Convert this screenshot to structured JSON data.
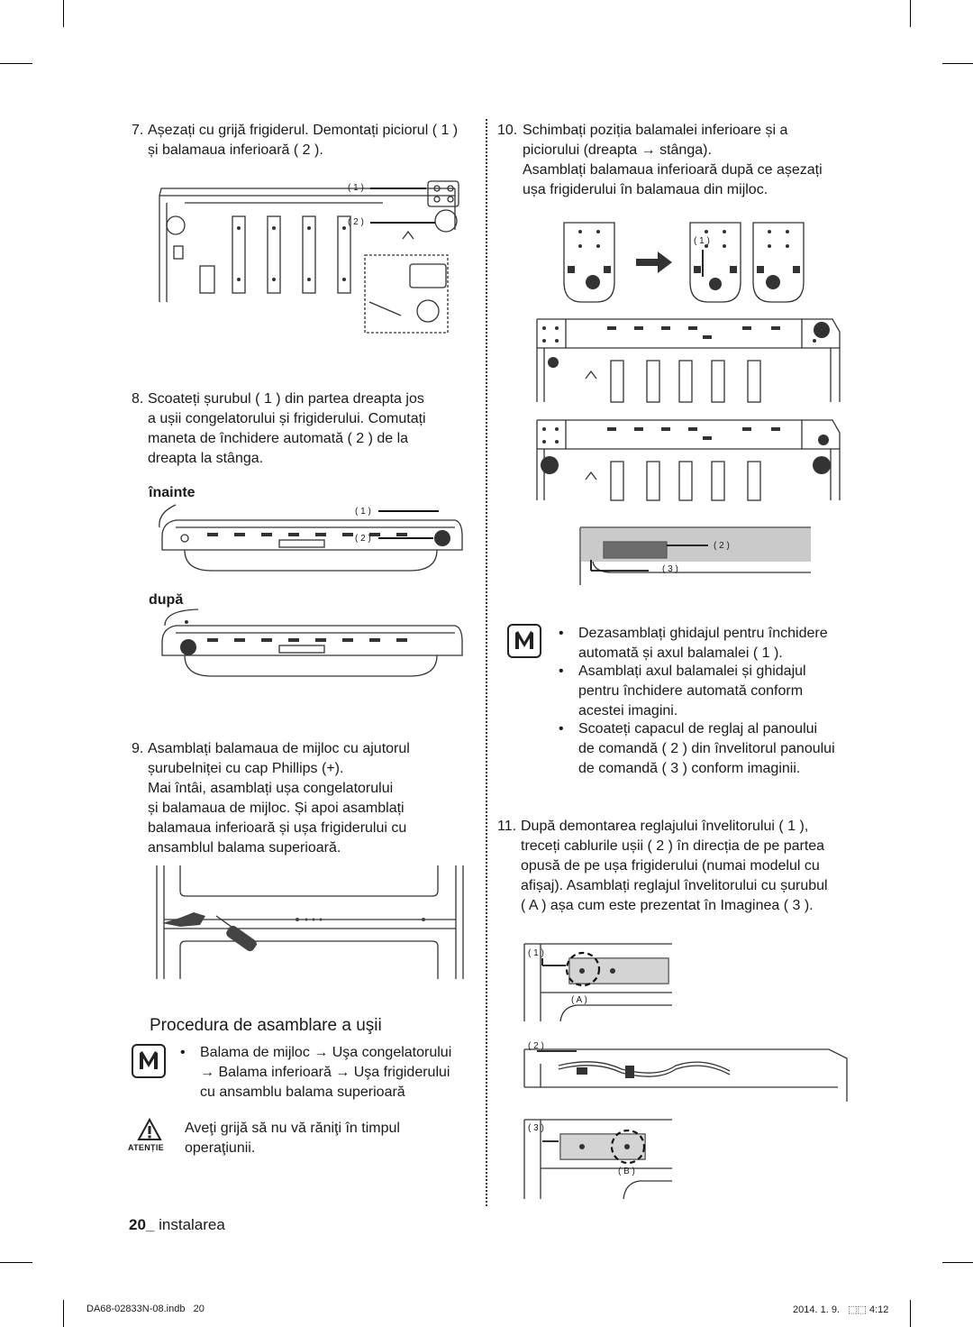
{
  "steps": {
    "s7": {
      "num": "7.",
      "l1": "Așezați cu grijă frigiderul. Demontați piciorul ( 1 )",
      "l2": "și balamaua inferioară ( 2 )."
    },
    "s8": {
      "num": "8.",
      "l1": "Scoateți șurubul ( 1 ) din partea dreapta jos",
      "l2": "a ușii congelatorului și frigiderului. Comutați",
      "l3": "maneta de închidere automată ( 2 ) de la",
      "l4": "dreapta la stânga."
    },
    "s9": {
      "num": "9.",
      "l1": "Asamblați balamaua de mijloc cu ajutorul",
      "l2": "șurubelniței cu cap Phillips (+).",
      "l3": "Mai întâi, asamblați ușa congelatorului",
      "l4": "și balamaua de mijloc. Și apoi asamblați",
      "l5": "balamaua inferioară și ușa frigiderului cu",
      "l6": "ansamblul balama superioară."
    },
    "s10": {
      "num": "10.",
      "l1": "Schimbați poziția balamalei inferioare și a",
      "l2": "piciorului (dreapta → stânga).",
      "l3": "Asamblați balamaua inferioară după ce așezați",
      "l4": "ușa frigiderului în balamaua din mijloc."
    },
    "s11": {
      "num": "11.",
      "l1": "După demontarea reglajului învelitorului ( 1 ),",
      "l2": "treceți cablurile ușii ( 2 ) în direcția de pe partea",
      "l3": "opusă de pe ușa frigiderului (numai modelul cu",
      "l4": "afișaj). Asamblați reglajul învelitorului cu șurubul",
      "l5": "( A ) așa cum este prezentat în Imaginea ( 3 )."
    }
  },
  "labels": {
    "inainte": "înainte",
    "dupa": "după",
    "c1": "( 1 )",
    "c2": "( 2 )",
    "c3": "( 3 )",
    "cA": "( A )",
    "cB": "( B )"
  },
  "notes10": {
    "b1l1": "Dezasamblați ghidajul pentru închidere",
    "b1l2": "automată și axul balamalei ( 1 ).",
    "b2l1": "Asamblați axul balamalei și ghidajul",
    "b2l2": "pentru închidere automată conform",
    "b2l3": "acestei imagini.",
    "b3l1": "Scoateți capacul de reglaj al panoului",
    "b3l2": "de comandă ( 2 ) din învelitorul panoului",
    "b3l3": "de comandă ( 3 ) conform imaginii."
  },
  "procedure": {
    "title": "Procedura de asamblare a uşii",
    "b1l1": "Balama de mijloc → Uşa congelatorului",
    "b1l2": "→ Balama inferioară → Uşa frigiderului",
    "b1l3": "cu ansamblu balama superioară",
    "caution_label": "ATENȚIE",
    "caution_l1": "Aveţi grijă să nu vă răniţi în timpul",
    "caution_l2": "operaţiunii."
  },
  "footer": {
    "page": "20_",
    "section": "instalarea",
    "file": "DA68-02833N-08.indb   20",
    "date": "2014. 1. 9.   ⬚⬚ 4:12"
  }
}
